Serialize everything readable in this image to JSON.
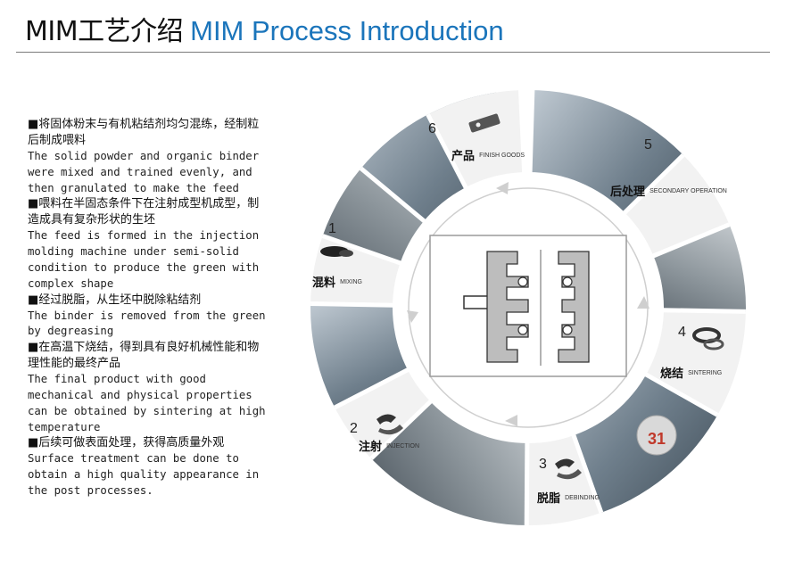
{
  "header": {
    "title_cn": "MIM工艺介绍",
    "title_en": "MIM Process Introduction"
  },
  "intro": [
    {
      "cn": "■将固体粉末与有机粘结剂均匀混练，经制粒后制成喂料",
      "en": "The solid powder and organic binder were mixed and trained evenly, and then granulated to make the feed"
    },
    {
      "cn": "■喂料在半固态条件下在注射成型机成型，制造成具有复杂形状的生坯",
      "en": "The feed is formed in the injection molding machine under semi-solid condition to produce the green with complex shape"
    },
    {
      "cn": "■经过脱脂，从生坯中脱除粘结剂",
      "en": "The binder is removed from the green by degreasing"
    },
    {
      "cn": "■在高温下烧结，得到具有良好机械性能和物理性能的最终产品",
      "en": "The final product with good mechanical and physical properties can be obtained by sintering at high temperature"
    },
    {
      "cn": "■后续可做表面处理，获得高质量外观",
      "en": "Surface treatment can be done to obtain a high quality appearance in the post processes."
    }
  ],
  "steps": [
    {
      "num": "1",
      "cn": "混料",
      "en": "MIXING"
    },
    {
      "num": "2",
      "cn": "注射",
      "en": "INJECTION"
    },
    {
      "num": "3",
      "cn": "脱脂",
      "en": "DEBINDING"
    },
    {
      "num": "4",
      "cn": "烧结",
      "en": "SINTERING"
    },
    {
      "num": "5",
      "cn": "后处理",
      "en": "SECONDARY OPERATION"
    },
    {
      "num": "6",
      "cn": "产品",
      "en": "FINISH GOODS"
    }
  ],
  "furnace_number": "31",
  "colors": {
    "accent": "#1b75bb",
    "ring": "#ebebeb",
    "photo": "#8a949c"
  }
}
